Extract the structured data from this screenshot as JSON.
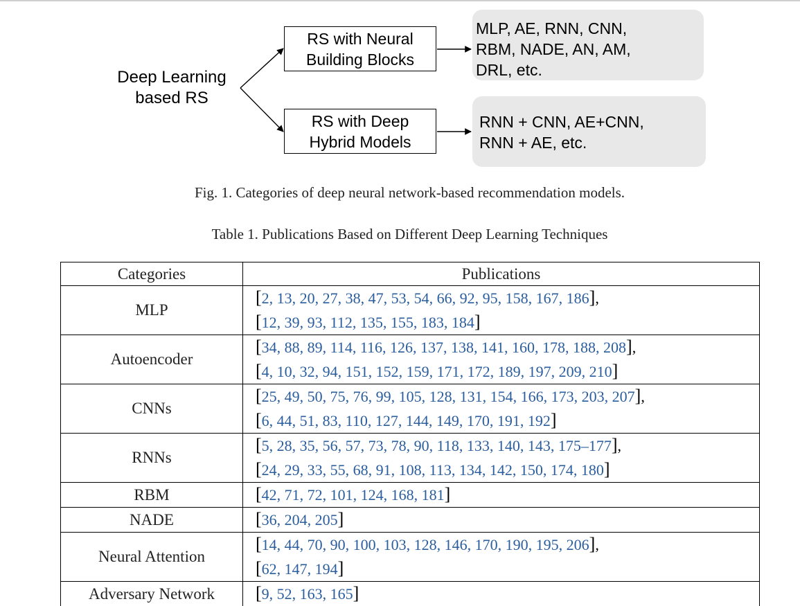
{
  "figure": {
    "root_label_lines": [
      "Deep Learning",
      "based RS"
    ],
    "neural_box_lines": [
      "RS with Neural",
      "Building Blocks"
    ],
    "hybrid_box_lines": [
      "RS with Deep",
      "Hybrid Models"
    ],
    "neural_models_lines": [
      "MLP, AE, RNN, CNN,",
      "RBM, NADE, AN, AM,",
      "DRL, etc."
    ],
    "hybrid_models_lines": [
      "RNN + CNN, AE+CNN,",
      "RNN + AE, etc."
    ],
    "caption": "Fig. 1.  Categories of deep neural network-based recommendation models."
  },
  "table": {
    "caption": "Table 1.  Publications Based on Different Deep Learning Techniques",
    "headers": [
      "Categories",
      "Publications"
    ],
    "rows": [
      {
        "category": "MLP",
        "lines": [
          "2, 13, 20, 27, 38, 47, 53, 54, 66, 92, 95, 158, 167, 186",
          "12, 39, 93, 112, 135, 155, 183, 184"
        ]
      },
      {
        "category": "Autoencoder",
        "lines": [
          "34, 88, 89, 114, 116, 126, 137, 138, 141, 160, 178, 188, 208",
          "4, 10, 32, 94, 151, 152, 159, 171, 172, 189, 197, 209, 210"
        ]
      },
      {
        "category": "CNNs",
        "lines": [
          "25, 49, 50, 75, 76, 99, 105, 128, 131, 154, 166, 173, 203, 207",
          "6, 44, 51, 83, 110, 127, 144, 149, 170, 191, 192"
        ]
      },
      {
        "category": "RNNs",
        "lines": [
          "5, 28, 35, 56, 57, 73, 78, 90, 118, 133, 140, 143, 175–177",
          "24, 29, 33, 55, 68, 91, 108, 113, 134, 142, 150, 174, 180"
        ]
      },
      {
        "category": "RBM",
        "lines": [
          "42, 71, 72, 101, 124, 168, 181"
        ]
      },
      {
        "category": "NADE",
        "lines": [
          "36, 204, 205"
        ]
      },
      {
        "category": "Neural Attention",
        "lines": [
          "14, 44, 70, 90, 100, 103, 128, 146, 170, 190, 195, 206",
          "62, 147, 194"
        ]
      },
      {
        "category": "Adversary Network",
        "lines": [
          "9, 52, 163, 165"
        ]
      }
    ]
  }
}
